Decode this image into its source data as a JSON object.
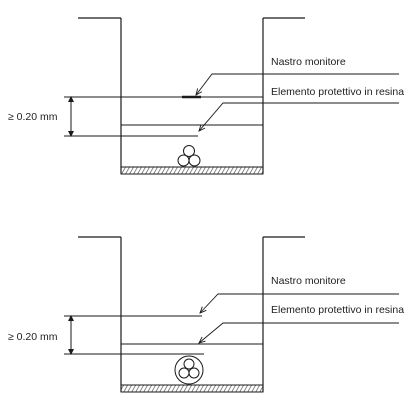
{
  "colors": {
    "stroke": "#1a1a1a",
    "hatch": "#555555"
  },
  "labels": {
    "tape": "Nastro monitore",
    "resin": "Elemento protettivo in resina",
    "depth": "≥ 0.20 mm"
  },
  "diagrams": [
    {
      "variant": "top",
      "labels": {
        "tape": "Nastro monitore",
        "resin": "Elemento protettivo in resina",
        "depth": "≥ 0.20 mm"
      }
    },
    {
      "variant": "bottom",
      "labels": {
        "tape": "Nastro monitore",
        "resin": "Elemento protettivo in resina",
        "depth": "≥ 0.20 mm"
      }
    }
  ]
}
